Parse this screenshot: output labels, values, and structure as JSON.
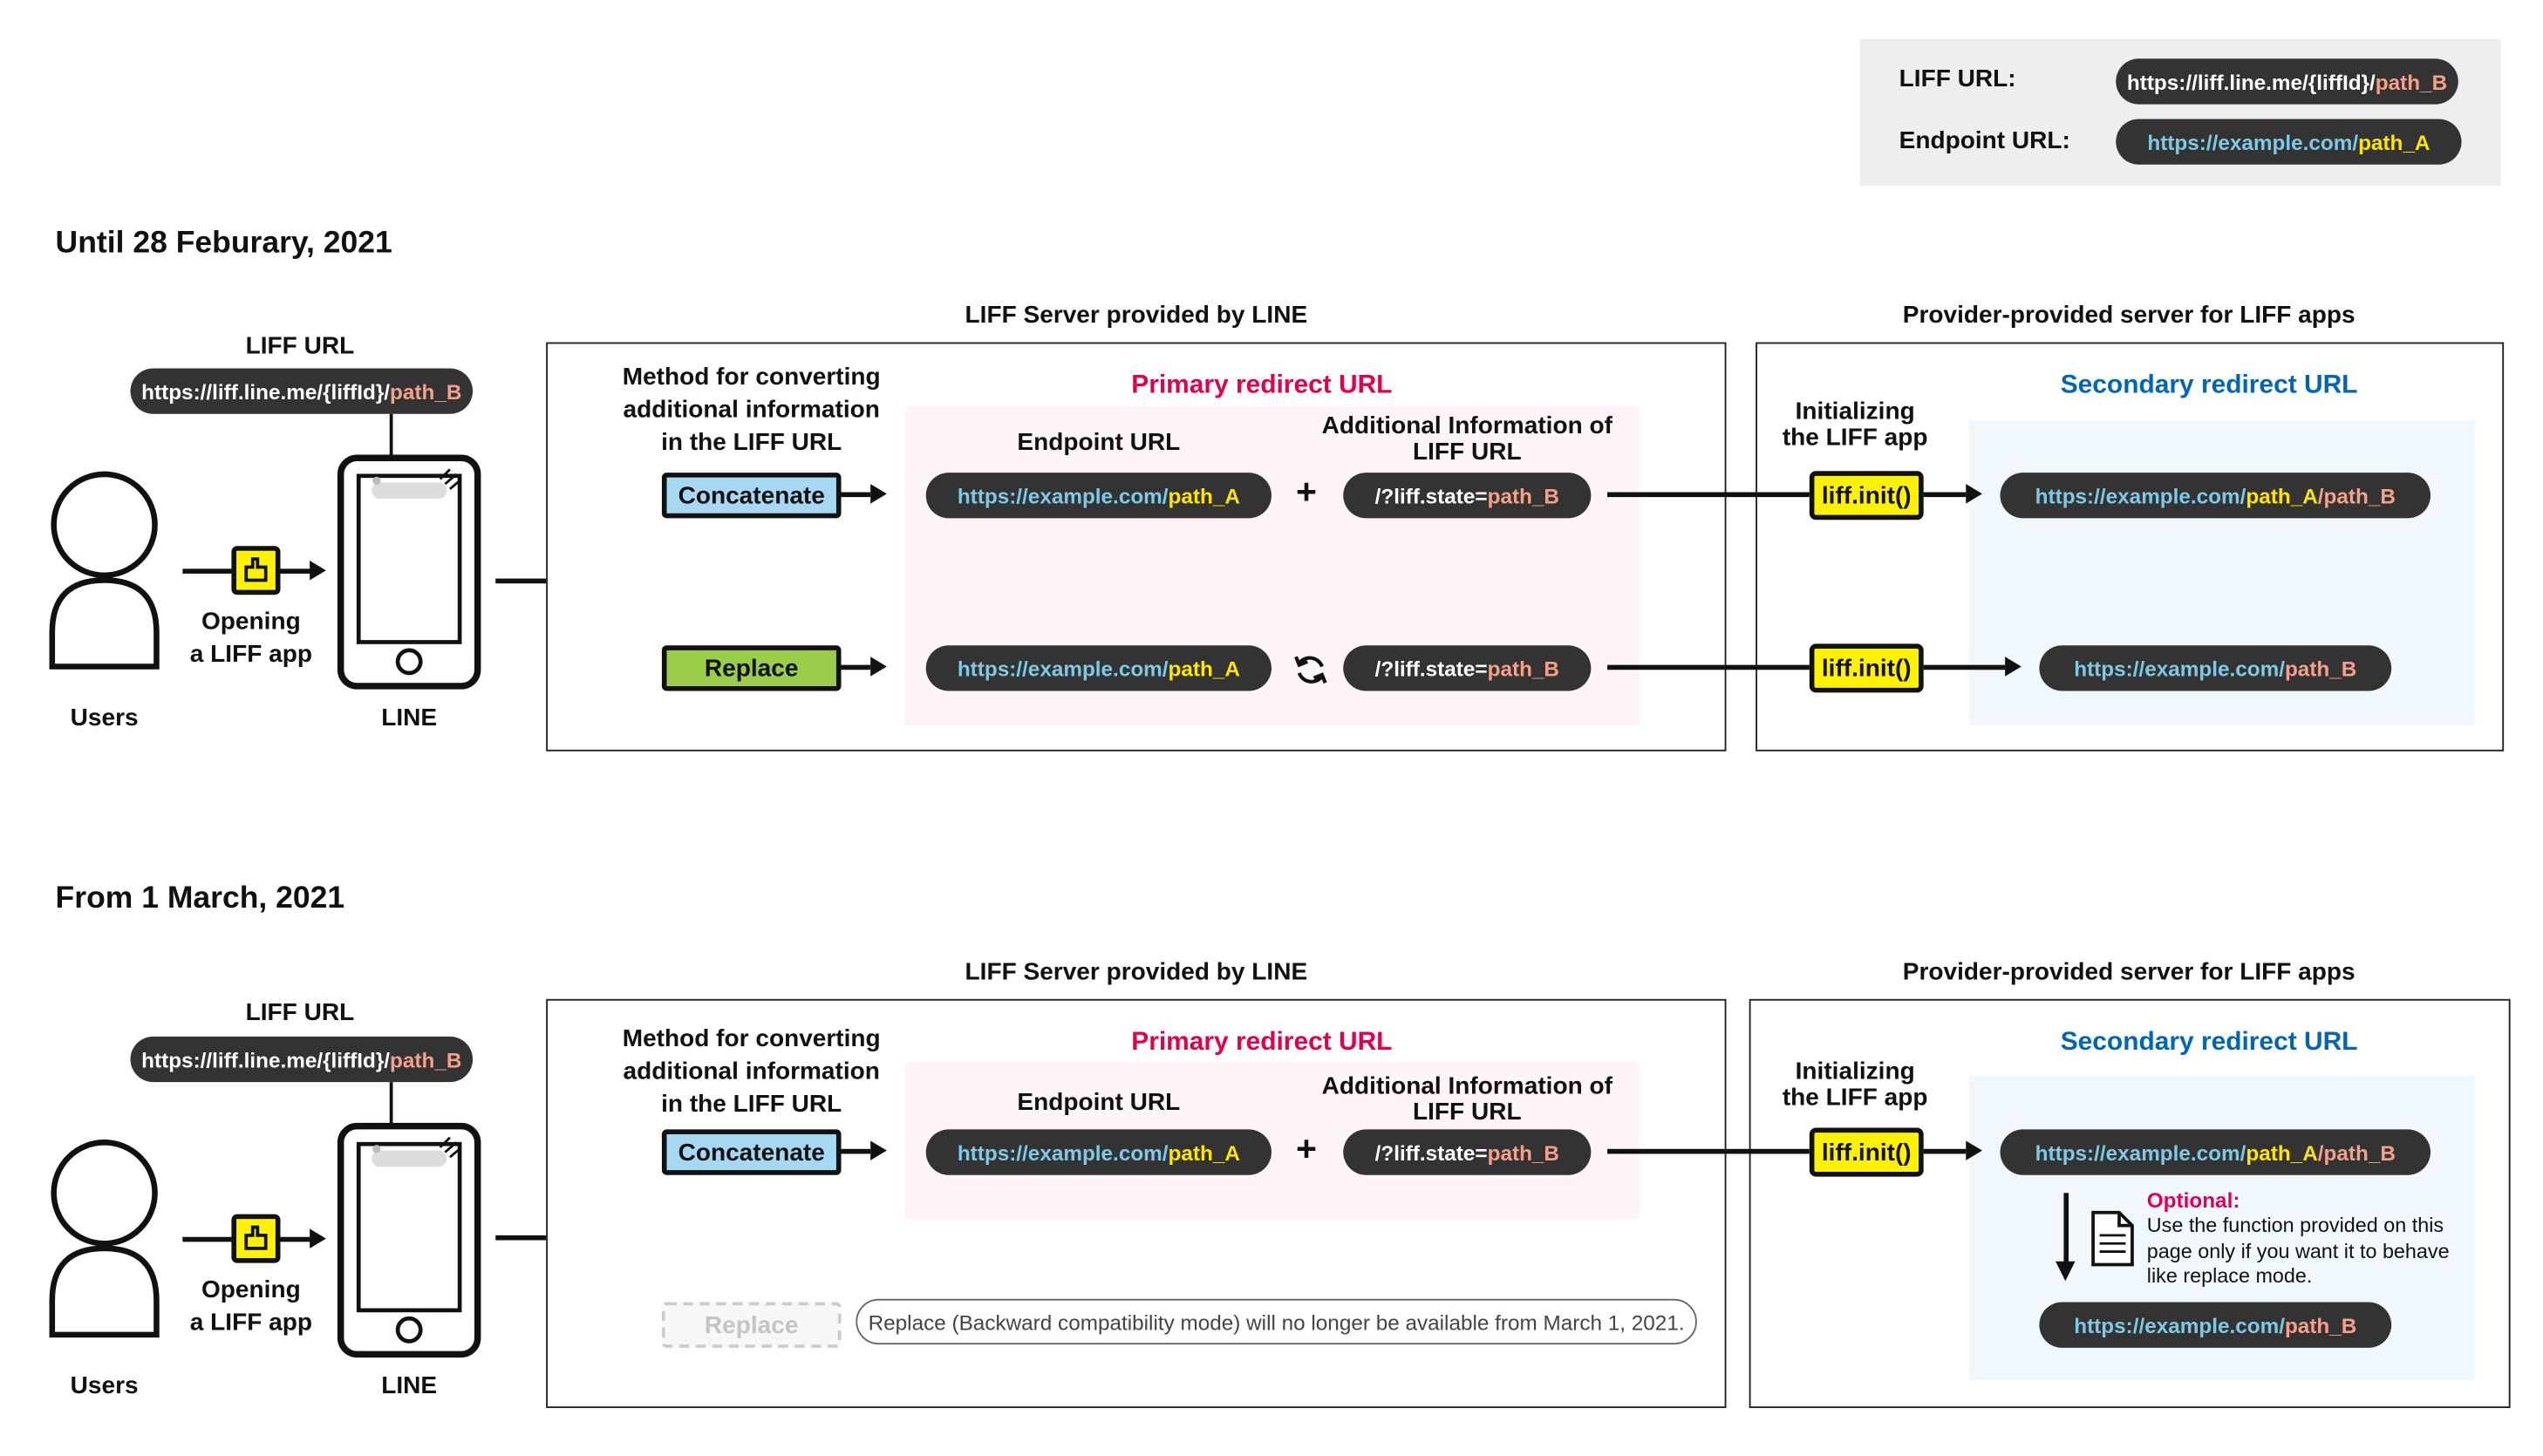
{
  "legend": {
    "liff_label": "LIFF URL:",
    "liff_url": {
      "base": "https://liff.line.me/{liffId}/",
      "path": "path_B"
    },
    "endpoint_label": "Endpoint URL:",
    "endpoint_url": {
      "base": "https://example.com/",
      "path": "path_A"
    }
  },
  "sections": [
    {
      "heading": "Until 28 Feburary, 2021",
      "users_label": "Users",
      "line_label": "LINE",
      "opening_label": [
        "Opening",
        "a LIFF app"
      ],
      "liff_url_label": "LIFF URL",
      "liff_url": {
        "base": "https://liff.line.me/{liffId}/",
        "path": "path_B"
      },
      "liff_server_title": "LIFF Server provided by LINE",
      "provider_server_title": "Provider-provided server for LIFF apps",
      "method_label": [
        "Method for converting",
        "additional information",
        "in the LIFF URL"
      ],
      "primary_title": "Primary redirect URL",
      "endpoint_label": "Endpoint URL",
      "additional_label": [
        "Additional Information of",
        "LIFF URL"
      ],
      "concatenate_label": "Concatenate",
      "replace_label": "Replace",
      "endpoint_url": {
        "base": "https://example.com/",
        "path": "path_A"
      },
      "state_url": {
        "base": "/?liff.state=",
        "path": "path_B"
      },
      "initializing_label": [
        "Initializing",
        "the LIFF app"
      ],
      "liff_init_label": "liff.init()",
      "secondary_title": "Secondary redirect URL",
      "secondary_concat": {
        "base": "https://example.com/",
        "path1": "path_A",
        "sep": "/",
        "path2": "path_B"
      },
      "secondary_replace": {
        "base": "https://example.com/",
        "path": "path_B"
      }
    },
    {
      "heading": "From 1 March, 2021",
      "users_label": "Users",
      "line_label": "LINE",
      "opening_label": [
        "Opening",
        "a LIFF app"
      ],
      "liff_url_label": "LIFF URL",
      "liff_url": {
        "base": "https://liff.line.me/{liffId}/",
        "path": "path_B"
      },
      "liff_server_title": "LIFF Server provided by LINE",
      "provider_server_title": "Provider-provided server for LIFF apps",
      "method_label": [
        "Method for converting",
        "additional information",
        "in the LIFF URL"
      ],
      "primary_title": "Primary redirect URL",
      "endpoint_label": "Endpoint URL",
      "additional_label": [
        "Additional Information of",
        "LIFF URL"
      ],
      "concatenate_label": "Concatenate",
      "replace_label": "Replace",
      "replace_note": "Replace (Backward compatibility mode) will no longer be available from March 1, 2021.",
      "endpoint_url": {
        "base": "https://example.com/",
        "path": "path_A"
      },
      "state_url": {
        "base": "/?liff.state=",
        "path": "path_B"
      },
      "initializing_label": [
        "Initializing",
        "the LIFF app"
      ],
      "liff_init_label": "liff.init()",
      "secondary_title": "Secondary redirect URL",
      "secondary_concat": {
        "base": "https://example.com/",
        "path1": "path_A",
        "sep": "/",
        "path2": "path_B"
      },
      "optional_title": "Optional:",
      "optional_text": [
        "Use the function provided on this",
        "page only if you want it to behave",
        "like replace mode."
      ],
      "secondary_final": {
        "base": "https://example.com/",
        "path": "path_B"
      }
    }
  ],
  "colors": {
    "concatenate_fill": "#a6d8f4",
    "replace_fill": "#9acd4a",
    "liff_init_fill": "#fff200",
    "primary_title": "#e0004d",
    "secondary_title": "#0066b3",
    "url_blue": "#7ec9e6",
    "url_yellow": "#ffe600",
    "url_salmon": "#f4a08a"
  },
  "icons": [
    "user-icon",
    "smartphone-icon",
    "tap-icon",
    "reload-icon",
    "document-icon"
  ]
}
